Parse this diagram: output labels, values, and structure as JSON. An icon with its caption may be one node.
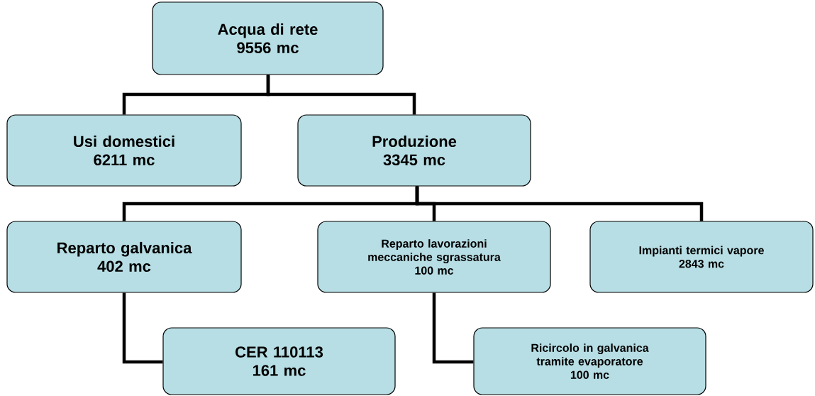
{
  "diagram": {
    "nodes": [
      {
        "text": [
          "Acqua di rete",
          "9556 mc"
        ]
      },
      {
        "text": [
          "Usi domestici",
          "6211 mc"
        ]
      },
      {
        "text": [
          "Produzione",
          "3345 mc"
        ]
      },
      {
        "text": [
          "Reparto galvanica",
          "402 mc"
        ]
      },
      {
        "text": [
          "Reparto lavorazioni meccaniche sgrassatura",
          "100 mc"
        ]
      },
      {
        "text": [
          "Impianti termici vapore",
          "2843 mc"
        ]
      },
      {
        "text": [
          "CER 110113",
          "161 mc"
        ]
      },
      {
        "text": [
          "Ricircolo in galvanica tramite evaporatore",
          "100 mc"
        ]
      }
    ],
    "edges": [
      {
        "from": 0,
        "to": 1,
        "arrow": "none"
      },
      {
        "from": 0,
        "to": 2,
        "arrow": "none"
      },
      {
        "from": 2,
        "to": 3,
        "arrow": "none"
      },
      {
        "from": 2,
        "to": 4,
        "arrow": "none"
      },
      {
        "from": 2,
        "to": 5,
        "arrow": "none"
      },
      {
        "from": 3,
        "to": 6,
        "arrow": "none"
      },
      {
        "from": 4,
        "to": 7,
        "arrow": "none"
      }
    ]
  }
}
